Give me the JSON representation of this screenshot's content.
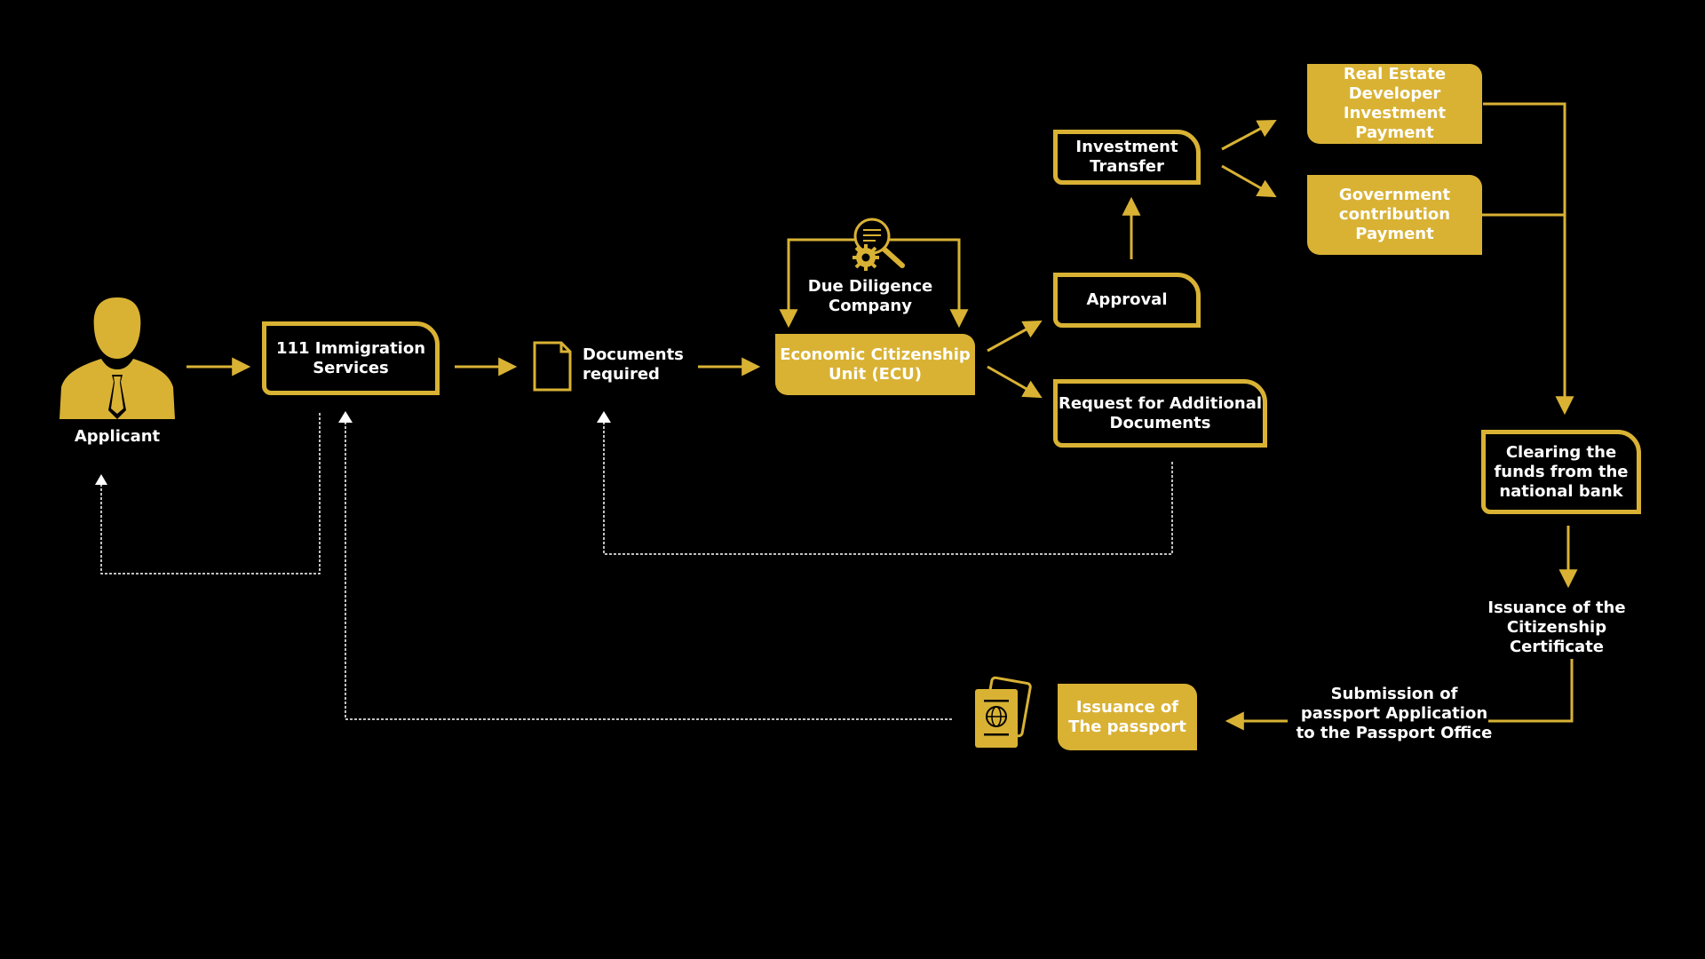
{
  "colors": {
    "background": "#000000",
    "accent": "#D9B234",
    "text": "#FFFFFF",
    "dashed": "#FFFFFF"
  },
  "nodes": {
    "applicant": "Applicant",
    "immigration_services": "111 Immigration Services",
    "documents_required": "Documents required",
    "due_diligence": "Due Diligence Company",
    "ecu": "Economic Citizenship Unit (ECU)",
    "investment_transfer": "Investment Transfer",
    "approval": "Approval",
    "request_additional": "Request for Additional Documents",
    "real_estate": "Real Estate Developer Investment Payment",
    "gov_contribution": "Government contribution Payment",
    "clearing_funds": "Clearing the funds from the national bank",
    "issuance_certificate": "Issuance of the Citizenship Certificate",
    "submission_passport": "Submission of passport Application to the Passport Office",
    "issuance_passport": "Issuance of The passport"
  },
  "icons": [
    "person-icon",
    "document-icon",
    "due-diligence-icon",
    "passport-icon"
  ]
}
